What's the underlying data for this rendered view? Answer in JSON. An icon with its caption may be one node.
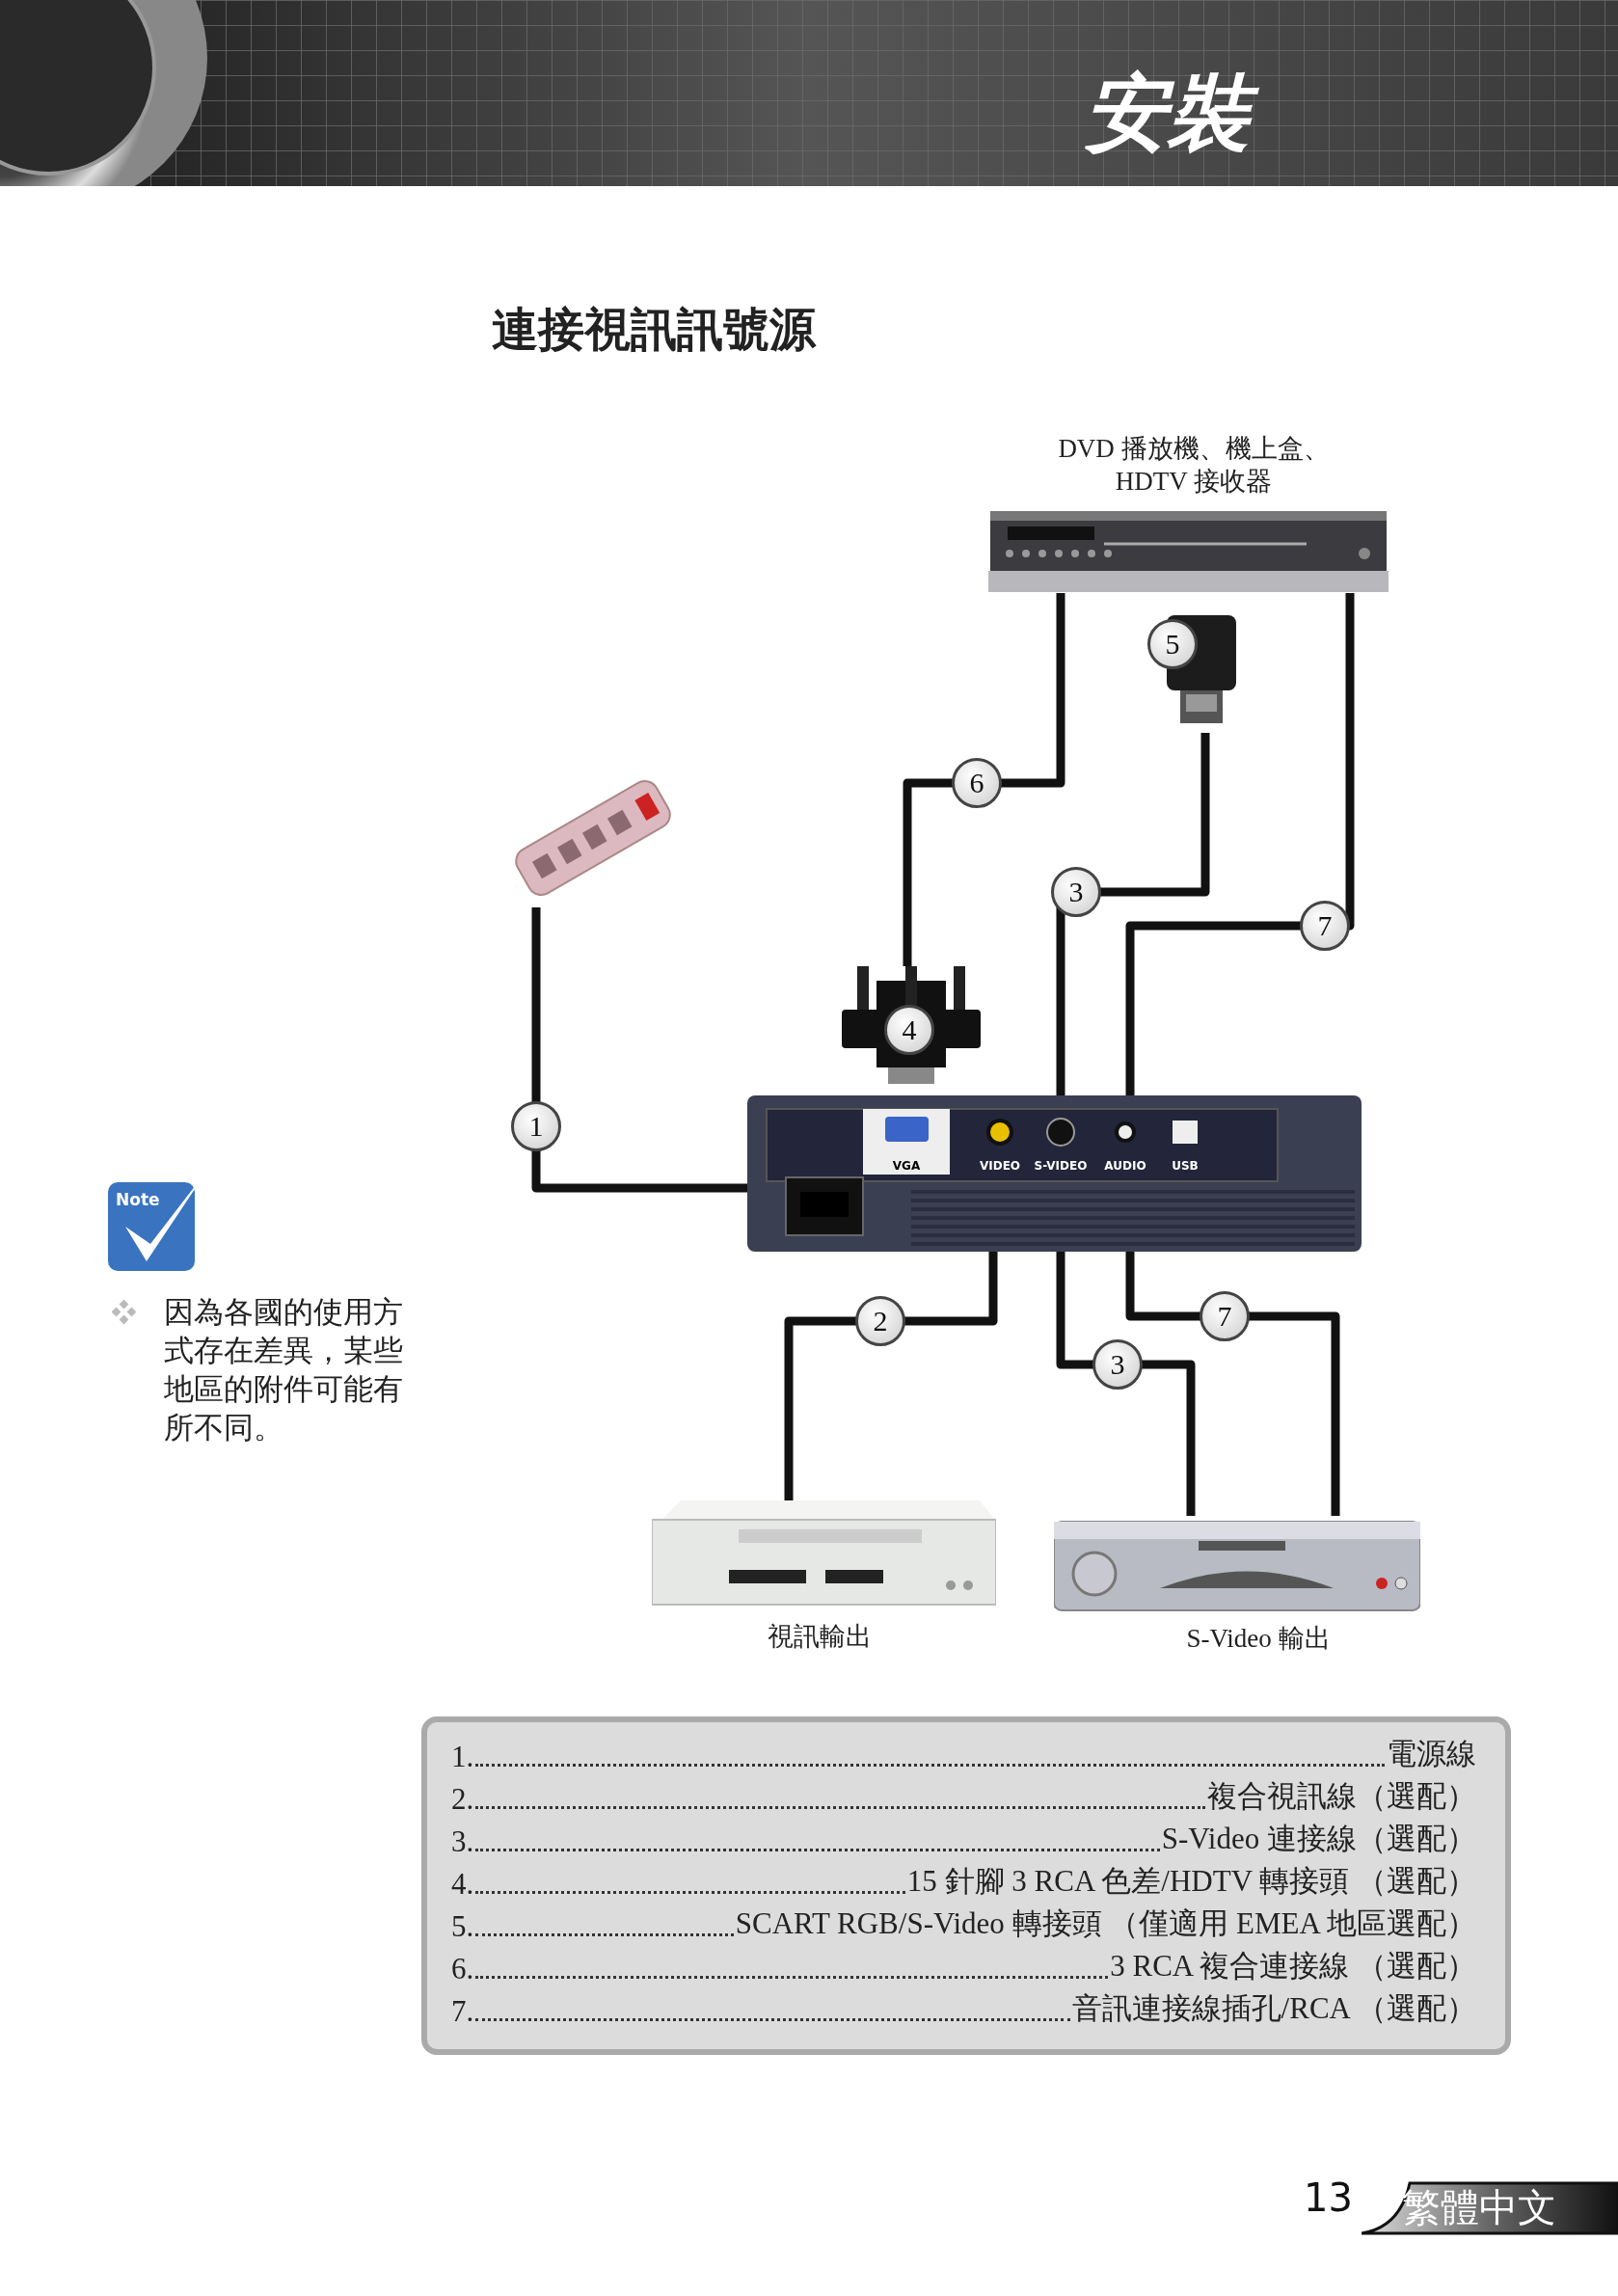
{
  "diagram": {
    "title": "連接視訊訊號源",
    "nodes": [
      {
        "text": [],
        "shape": "picture",
        "beside": [
          "DVD 播放機、機上盒、 HDTV 接收器"
        ]
      },
      {
        "text": [
          "5"
        ]
      },
      {
        "text": [],
        "shape": "picture"
      },
      {
        "text": [
          "4"
        ]
      },
      {
        "text": [],
        "shape": "picture"
      },
      {
        "text": [],
        "shape": "picture",
        "beside": [
          "視訊輸出"
        ]
      },
      {
        "text": [],
        "shape": "picture",
        "beside": [
          "S-Video 輸出"
        ]
      }
    ],
    "edges": [
      {
        "from": 2,
        "to": 4,
        "arrow": "none",
        "label": "1"
      },
      {
        "from": 0,
        "to": 3,
        "arrow": "none",
        "label": "6"
      },
      {
        "from": 1,
        "to": 4,
        "arrow": "none",
        "label": "3"
      },
      {
        "from": 0,
        "to": 4,
        "arrow": "none",
        "label": "7"
      },
      {
        "from": 4,
        "to": 5,
        "arrow": "none",
        "label": "2"
      },
      {
        "from": 4,
        "to": 6,
        "arrow": "none",
        "label": "3"
      },
      {
        "from": 4,
        "to": 6,
        "arrow": "none",
        "label": "7"
      }
    ],
    "labels": [
      "安裝",
      "VGA",
      "VIDEO",
      "S-VIDEO",
      "AUDIO",
      "USB",
      "Note",
      "因為各國的使用方式存在差異，某些地區的附件可能有所不同。",
      "1.",
      "電源線",
      "2.",
      "複合視訊線（選配）",
      "3.",
      "S-Video 連接線（選配）",
      "4.",
      "15 針腳 3 RCA 色差/HDTV 轉接頭 （選配）",
      "5.",
      "SCART RGB/S-Video 轉接頭 （僅適用 EMEA 地區選配）",
      "6.",
      "3 RCA 複合連接線 （選配）",
      "7.",
      "音訊連接線插孔/RCA （選配）",
      "13",
      "繁體中文"
    ]
  }
}
